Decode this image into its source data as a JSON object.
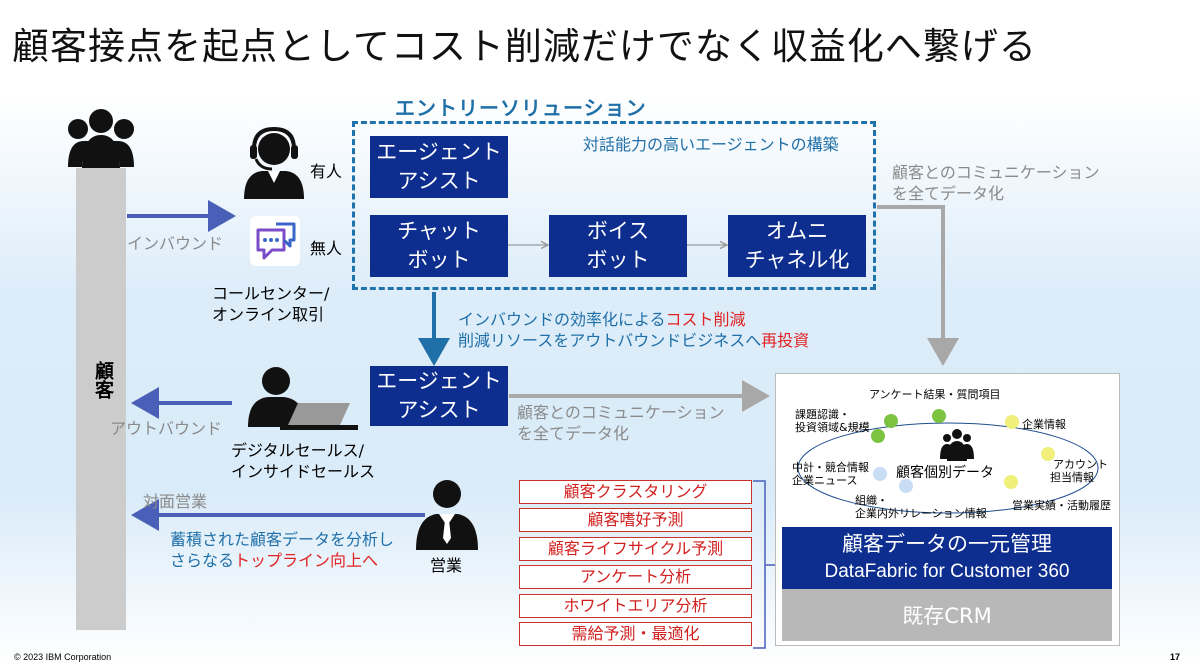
{
  "title": "顧客接点を起点としてコスト削減だけでなく収益化へ繋げる",
  "customer_label": "顧客",
  "entry_solution": {
    "title": "エントリーソリューション",
    "subtitle": "対話能力の高いエージェントの構築",
    "agent_assist": [
      "エージェント",
      "アシスト"
    ],
    "chatbot": [
      "チャット",
      "ボット"
    ],
    "voicebot": [
      "ボイス",
      "ボット"
    ],
    "omni": [
      "オムニ",
      "チャネル化"
    ]
  },
  "callcenter": {
    "manned": "有人",
    "unmanned": "無人",
    "caption": [
      "コールセンター/",
      "オンライン取引"
    ]
  },
  "inbound": "インバウンド",
  "outbound": "アウトバウンド",
  "face_to_face": "対面営業",
  "efficiency": {
    "line1_a": "インバウンドの効率化による",
    "line1_b": "コスト削減",
    "line2_a": "削減リソースをアウトバウンドビジネスへ",
    "line2_b": "再投資"
  },
  "agent_assist2": [
    "エージェント",
    "アシスト"
  ],
  "digital_sales": [
    "デジタルセールス/",
    "インサイドセールス"
  ],
  "comm_data_top": [
    "顧客とのコミュニケーション",
    "を全てデータ化"
  ],
  "comm_data_mid": [
    "顧客とのコミュニケーション",
    "を全てデータ化"
  ],
  "sales": {
    "label": "営業",
    "text1": "蓄積された顧客データを分析し",
    "text2_a": "さらなる",
    "text2_b": "トップライン向上へ"
  },
  "analytics": [
    "顧客クラスタリング",
    "顧客嗜好予測",
    "顧客ライフサイクル予測",
    "アンケート分析",
    "ホワイトエリア分析",
    "需給予測・最適化"
  ],
  "customer_data": {
    "center": "顧客個別データ",
    "items": {
      "survey": "アンケート結果・質問項目",
      "issues": [
        "課題認識・",
        "投資領域&規模"
      ],
      "company": "企業情報",
      "account": [
        "アカウント",
        "担当情報"
      ],
      "news": [
        "中計・競合情報",
        "企業ニュース"
      ],
      "sales_record": "営業実績・活動履歴",
      "org": [
        "組織・",
        "企業内外リレーション情報"
      ]
    },
    "unified_line1": "顧客データの一元管理",
    "unified_line2": "DataFabric for Customer 360",
    "crm": "既存CRM"
  },
  "footer": {
    "copyright": "© 2023 IBM Corporation",
    "page": "17"
  },
  "colors": {
    "navy": "#0d2d8f",
    "accent_blue": "#1f6fa8",
    "arrow_blue": "#4a5fb8",
    "red": "#e12222",
    "gray": "#a8a8a8"
  }
}
